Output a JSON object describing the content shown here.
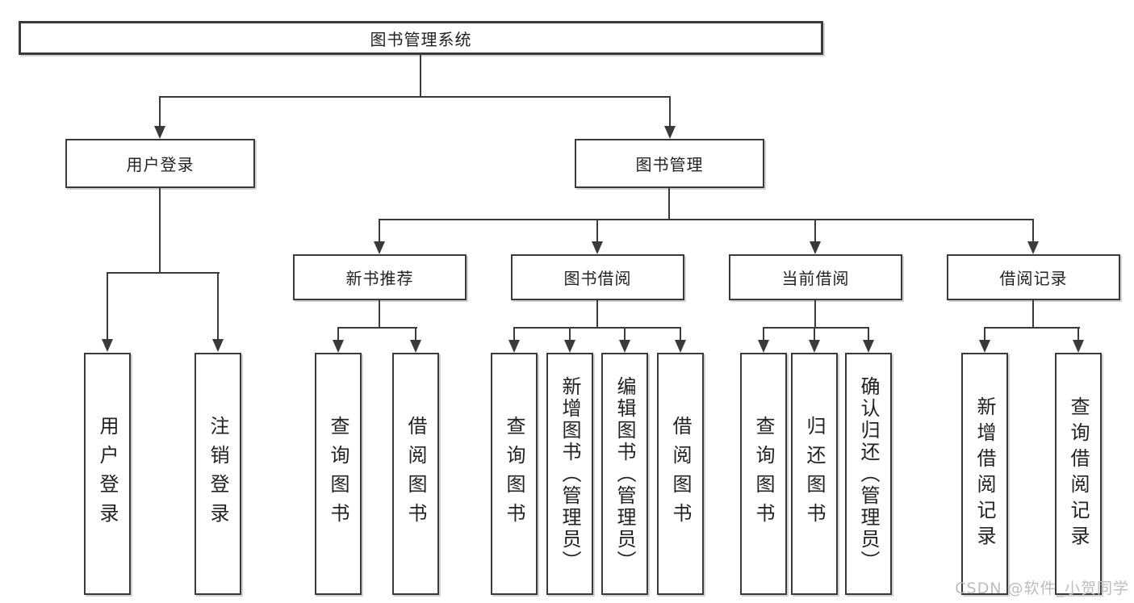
{
  "diagram": {
    "root": {
      "label": "图书管理系统"
    },
    "branches": [
      {
        "label": "用户登录",
        "children": [
          {
            "label": "用户登录"
          },
          {
            "label": "注销登录"
          }
        ]
      },
      {
        "label": "图书管理",
        "children": [
          {
            "label": "新书推荐",
            "children": [
              {
                "label": "查询图书"
              },
              {
                "label": "借阅图书"
              }
            ]
          },
          {
            "label": "图书借阅",
            "children": [
              {
                "label": "查询图书"
              },
              {
                "label": "新增图书（管理员）"
              },
              {
                "label": "编辑图书（管理员）"
              },
              {
                "label": "借阅图书"
              }
            ]
          },
          {
            "label": "当前借阅",
            "children": [
              {
                "label": "查询图书"
              },
              {
                "label": "归还图书"
              },
              {
                "label": "确认归还（管理员）"
              }
            ]
          },
          {
            "label": "借阅记录",
            "children": [
              {
                "label": "新增借阅记录"
              },
              {
                "label": "查询借阅记录"
              }
            ]
          }
        ]
      }
    ]
  },
  "watermark": {
    "text": "CSDN @软件_小贺同学"
  },
  "colors": {
    "line": "#3a3a3a",
    "text": "#222222",
    "watermark": "#bdbdbd",
    "background": "#ffffff"
  }
}
